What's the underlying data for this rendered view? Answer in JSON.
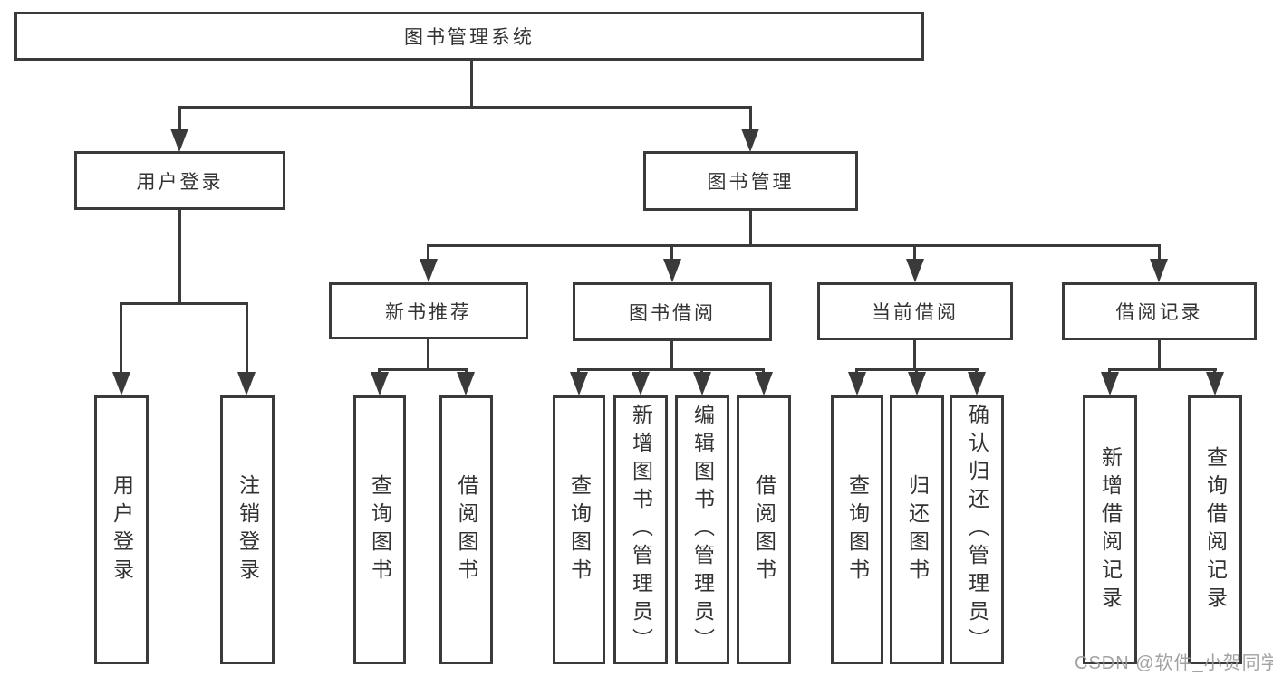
{
  "colors": {
    "line": "#3a3a3a",
    "text": "#333333",
    "background": "#ffffff",
    "watermark": "#9b9b9b"
  },
  "root": {
    "label": "图书管理系统",
    "children": [
      {
        "label": "用户登录",
        "children": [
          {
            "label": "用户登录"
          },
          {
            "label": "注销登录"
          }
        ]
      },
      {
        "label": "图书管理",
        "children": [
          {
            "label": "新书推荐",
            "children": [
              {
                "label": "查询图书"
              },
              {
                "label": "借阅图书"
              }
            ]
          },
          {
            "label": "图书借阅",
            "children": [
              {
                "label": "查询图书"
              },
              {
                "label": "新增图书（管理员）"
              },
              {
                "label": "编辑图书（管理员）"
              },
              {
                "label": "借阅图书"
              }
            ]
          },
          {
            "label": "当前借阅",
            "children": [
              {
                "label": "查询图书"
              },
              {
                "label": "归还图书"
              },
              {
                "label": "确认归还（管理员）"
              }
            ]
          },
          {
            "label": "借阅记录",
            "children": [
              {
                "label": "新增借阅记录"
              },
              {
                "label": "查询借阅记录"
              }
            ]
          }
        ]
      }
    ]
  },
  "watermark": {
    "text": "CSDN @软件_小贺同学"
  }
}
